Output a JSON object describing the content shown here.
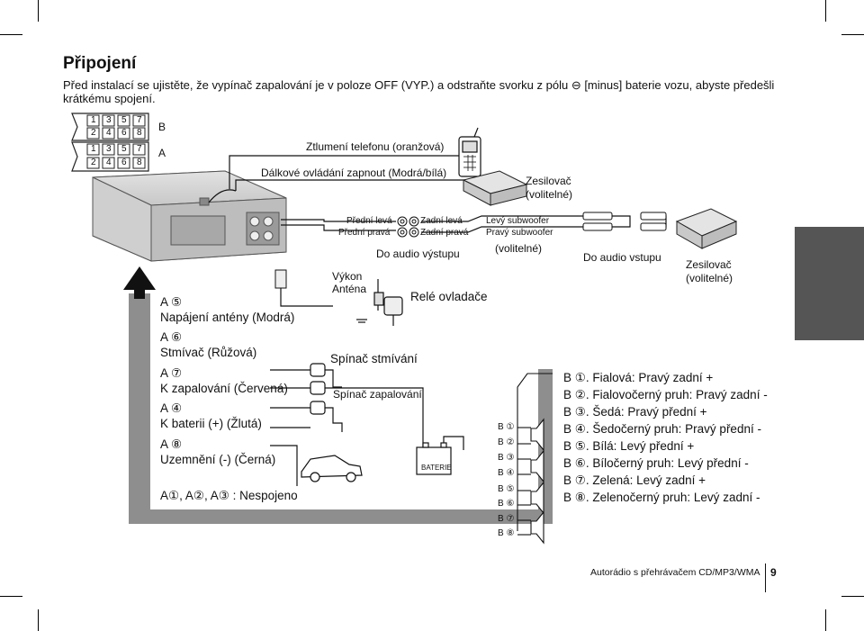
{
  "page": {
    "title": "Připojení",
    "intro": "Před instalací se ujistěte, že vypínač zapalování je v poloze OFF (VYP.) a odstraňte svorku z pólu ⊖ [minus] baterie vozu, abyste předešli krátkému spojení."
  },
  "connector": {
    "row_b_label": "B",
    "row_a_label": "A",
    "b_top": [
      "1",
      "3",
      "5",
      "7"
    ],
    "b_bottom": [
      "2",
      "4",
      "6",
      "8"
    ],
    "a_top": [
      "1",
      "3",
      "5",
      "7"
    ],
    "a_bottom": [
      "2",
      "4",
      "6",
      "8"
    ]
  },
  "diagram": {
    "phone_mute": "Ztlumení telefonu (oranžová)",
    "remote_on": "Dálkové ovládání zapnout (Modrá/bílá)",
    "amp_optional_top_1": "Zesilovač",
    "amp_optional_top_2": "(volitelné)",
    "front_left": "Přední levá",
    "front_right": "Přední pravá",
    "rear_left": "Zadní levá",
    "rear_right": "Zadní pravá",
    "sub_left": "Levý subwoofer",
    "sub_right": "Pravý subwoofer",
    "optional": "(volitelné)",
    "audio_out": "Do audio výstupu",
    "audio_in": "Do audio vstupu",
    "amp_optional_right_1": "Zesilovač",
    "amp_optional_right_2": "(volitelné)",
    "power_antenna_1": "Výkon",
    "power_antenna_2": "Anténa",
    "relay": "Relé ovladače",
    "dimmer_switch": "Spínač stmívání",
    "ignition_switch": "Spínač zapalování",
    "battery": "BATERIE"
  },
  "wires": [
    {
      "pin": "A ⑤",
      "desc": "Napájení antény (Modrá)"
    },
    {
      "pin": "A ⑥",
      "desc": "Stmívač (Růžová)"
    },
    {
      "pin": "A ⑦",
      "desc": "K zapalování (Červená)"
    },
    {
      "pin": "A ④",
      "desc": "K baterii (+) (Žlutá)"
    },
    {
      "pin": "A ⑧",
      "desc": "Uzemnění (-) (Černá)"
    }
  ],
  "not_connected": "A①, A②, A③ : Nespojeno",
  "speaker_pins": [
    "B ①",
    "B ②",
    "B ③",
    "B ④",
    "B ⑤",
    "B ⑥",
    "B ⑦",
    "B ⑧"
  ],
  "legend": [
    "B ①. Fialová: Pravý zadní +",
    "B ②. Fialovočerný pruh: Pravý zadní -",
    "B ③. Šedá: Pravý přední +",
    "B ④. Šedočerný pruh: Pravý přední -",
    "B ⑤. Bílá: Levý přední +",
    "B ⑥. Bíločerný pruh: Levý přední -",
    "B ⑦. Zelená: Levý zadní +",
    "B ⑧. Zelenočerný pruh: Levý zadní -"
  ],
  "footer": {
    "product": "Autorádio s přehrávačem CD/MP3/WMA",
    "page_number": "9"
  }
}
